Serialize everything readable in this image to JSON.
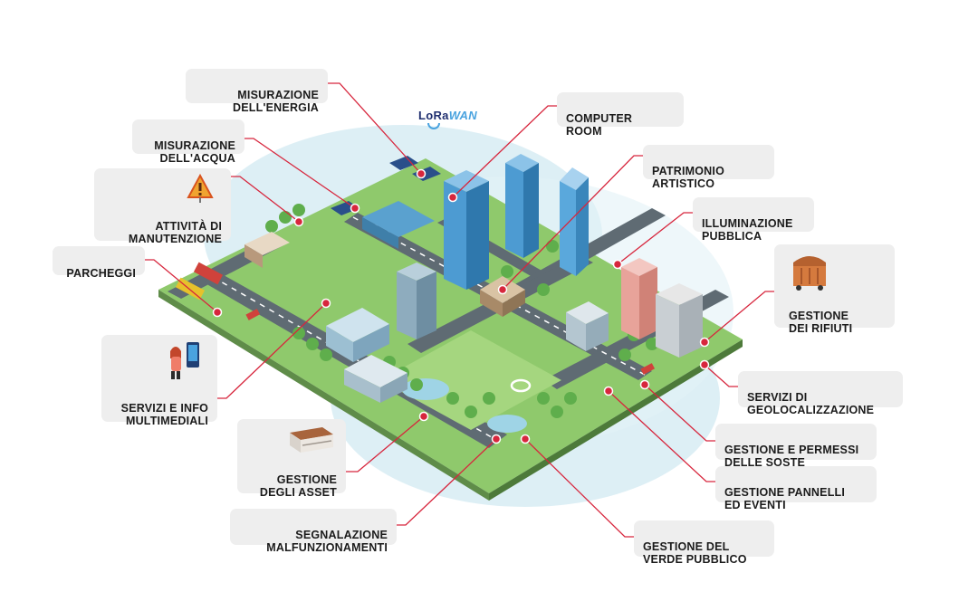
{
  "logo": {
    "text_a": "LoRa",
    "text_b": "WAN"
  },
  "labels": {
    "misurazione_energia": "MISURAZIONE\nDELL'ENERGIA",
    "misurazione_acqua": "MISURAZIONE\nDELL'ACQUA",
    "manutenzione": "ATTIVITÀ DI\nMANUTENZIONE",
    "parcheggi": "PARCHEGGI",
    "servizi_info": "SERVIZI E INFO\nMULTIMEDIALI",
    "gestione_asset": "GESTIONE\nDEGLI ASSET",
    "segnalazione": "SEGNALAZIONE\nMALFUNZIONAMENTI",
    "computer_room": "COMPUTER\nROOM",
    "patrimonio": "PATRIMONIO\nARTISTICO",
    "illuminazione": "ILLUMINAZIONE\nPUBBLICA",
    "rifiuti": "GESTIONE\nDEI RIFIUTI",
    "geolocalizzazione": "SERVIZI DI\nGEOLOCALIZZAZIONE",
    "soste": "GESTIONE E PERMESSI\nDELLE SOSTE",
    "pannelli": "GESTIONE PANNELLI\nED EVENTI",
    "verde": "GESTIONE DEL\nVERDE PUBBLICO"
  },
  "icons": [
    "warning-sign-icon",
    "kiosk-user-icon",
    "bench-shelter-icon",
    "waste-bin-icon"
  ],
  "colors": {
    "connector": "#d7263d",
    "coverage": "#cfe8f2",
    "ground": "#8cc66a",
    "road": "#5f6b73",
    "building_glass": "#4d9bd2",
    "callout_bg": "#eeeeee"
  }
}
